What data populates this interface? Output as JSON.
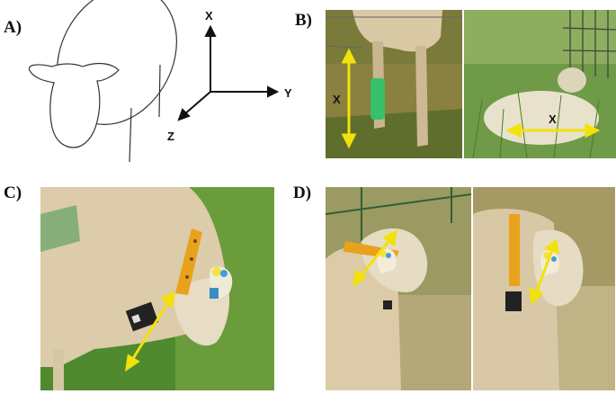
{
  "panels": {
    "a": {
      "label": "A)"
    },
    "b": {
      "label": "B)"
    },
    "c": {
      "label": "C)"
    },
    "d": {
      "label": "D)"
    }
  },
  "axes": {
    "x": "X",
    "y": "Y",
    "z": "Z"
  },
  "annotations": {
    "b_left_arrow": "X",
    "b_right_arrow": "X"
  },
  "colors": {
    "arrow": "#f2e20a",
    "grass_light": "#8fa95a",
    "grass_dark": "#3f6b22",
    "fleece": "#e6dcc4",
    "collar": "#e8a21c",
    "ear_tag_blue": "#3aa0e0"
  }
}
